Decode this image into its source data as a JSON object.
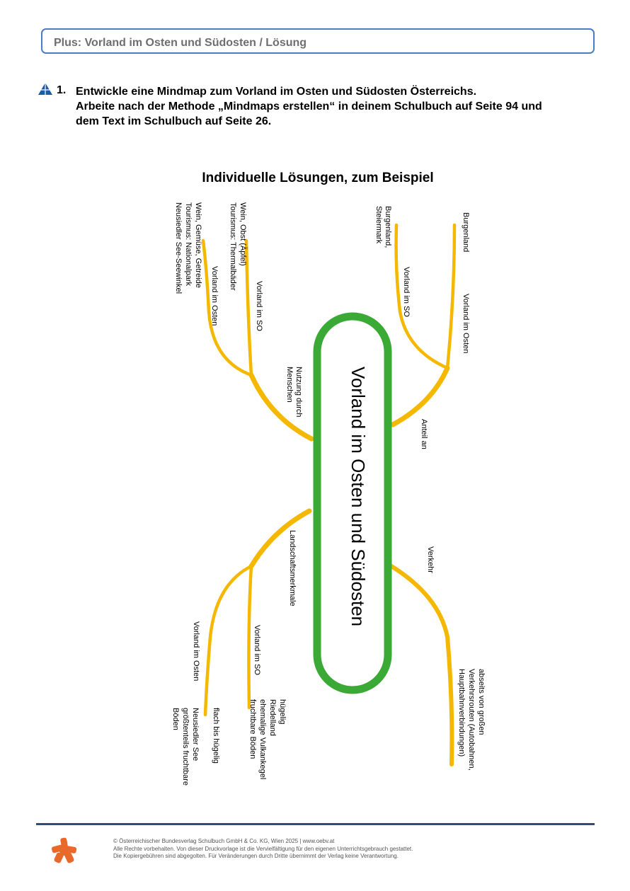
{
  "header": {
    "title": "Plus: Vorland im Osten und Südosten / Lösung"
  },
  "task": {
    "number": "1.",
    "lines": [
      "Entwickle eine Mindmap zum Vorland im Osten und Südosten Österreichs.",
      "Arbeite nach der Methode „Mindmaps erstellen“ in deinem Schulbuch auf Seite 94 und",
      "dem Text im Schulbuch auf Seite 26."
    ]
  },
  "subtitle": "Individuelle Lösungen, zum Beispiel",
  "mindmap": {
    "center": "Vorland im Osten und Südosten",
    "branches": {
      "nutzung": {
        "label": [
          "Nutzung durch",
          "Menschen"
        ],
        "sub_ost": {
          "label": "Vorland im Osten",
          "details": [
            "Wein, Gemüse, Getreide",
            "Tourismus: Nationalpark",
            "Neusiedler See-Seewinkel"
          ]
        },
        "sub_so": {
          "label": "Vorland im SO",
          "details": [
            "Wein, Obst (Äpfel)",
            "Tourismus: Thermalbäder"
          ]
        }
      },
      "anteil": {
        "label": "Anteil an",
        "sub_ost": {
          "label": "Vorland im Osten",
          "details": [
            "Burgenland"
          ]
        },
        "sub_so": {
          "label": "Vorland im SO",
          "details": [
            "Burgenland,",
            "Steiermark"
          ]
        }
      },
      "landschaft": {
        "label": "Landschaftsmerkmale",
        "sub_ost": {
          "label": "Vorland im Osten",
          "details": [
            "flach bis hügelig",
            "Neusiedler See",
            "größtenteils fruchtbare",
            "Böden"
          ]
        },
        "sub_so": {
          "label": "Vorland im SO",
          "details": [
            "hügelig",
            "Riedelland",
            "ehemalige Vulkankegel",
            "fruchtbare Böden"
          ]
        }
      },
      "verkehr": {
        "label": "Verkehr",
        "details": [
          "abseits von großen",
          "Verkehrsrouten (Autobahnen,",
          "Hauptbahnverbindungen)"
        ]
      }
    }
  },
  "footer": {
    "lines": [
      "© Österreichischer Bundesverlag Schulbuch GmbH & Co. KG, Wien 2025 | www.oebv.at",
      "Alle Rechte vorbehalten. Von dieser Druckvorlage ist die Vervielfältigung für den eigenen Unterrichtsgebrauch gestattet.",
      "Die Kopiergebühren sind abgegolten. Für Veränderungen durch Dritte übernimmt der Verlag keine Verantwortung."
    ]
  },
  "colors": {
    "header_border": "#4a7ec0",
    "center_outline": "#3aa935",
    "branch": "#f5b800",
    "footer_line": "#2e4d7c",
    "logo": "#e8692a"
  }
}
